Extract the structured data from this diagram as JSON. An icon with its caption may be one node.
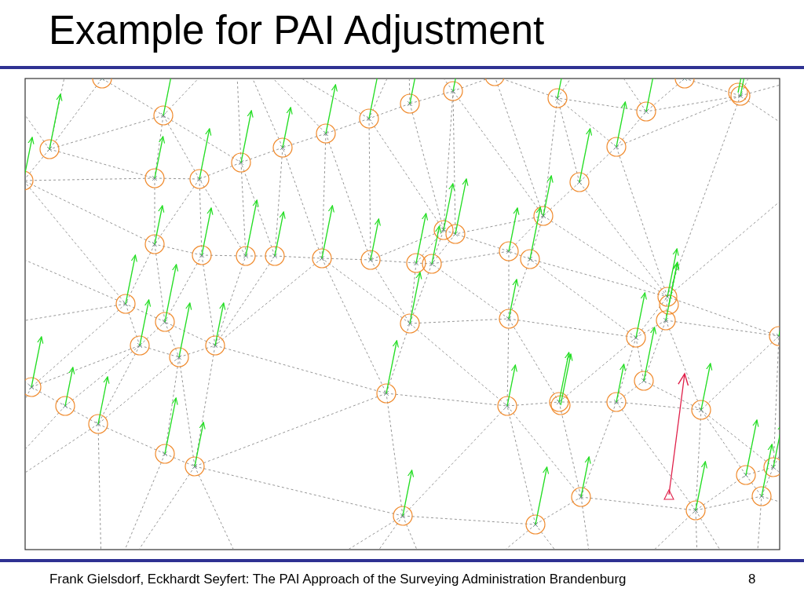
{
  "diagram": {
    "title": "Example for PAI Adjustment",
    "labels": [
      "Frank Gielsdorf, Eckhardt Seyfert: The PAI Approach of the Surveying Administration Brandenburg",
      "8"
    ]
  }
}
